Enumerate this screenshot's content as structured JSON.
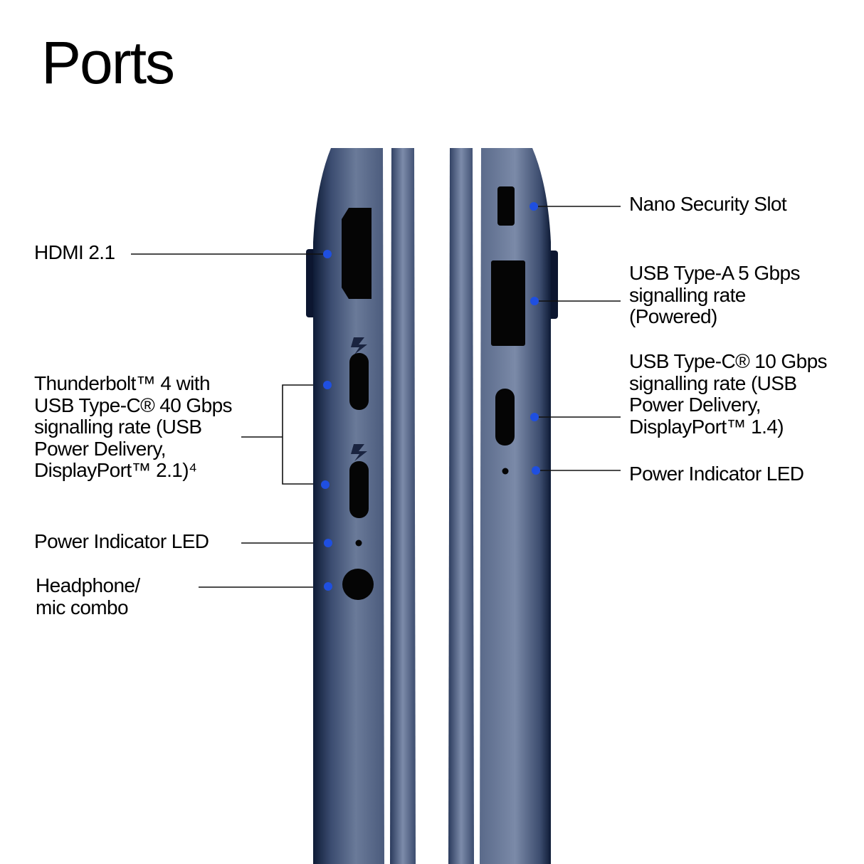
{
  "title": "Ports",
  "left_side": {
    "hdmi": "HDMI 2.1",
    "thunderbolt": {
      "line1": "Thunderbolt™ 4 with",
      "line2": "USB Type-C® 40 Gbps",
      "line3": "signalling rate (USB",
      "line4": "Power Delivery,",
      "line5": "DisplayPort™ 2.1)⁴"
    },
    "power_led": "Power Indicator LED",
    "headphone": {
      "line1": "Headphone/",
      "line2": "mic combo"
    }
  },
  "right_side": {
    "nano_slot": "Nano Security Slot",
    "usb_a": {
      "line1": "USB Type-A 5 Gbps",
      "line2": "signalling rate",
      "line3": "(Powered)"
    },
    "usb_c": {
      "line1": "USB Type-C® 10 Gbps",
      "line2": "signalling rate (USB",
      "line3": "Power Delivery,",
      "line4": "DisplayPort™ 1.4)"
    },
    "power_led": "Power Indicator LED"
  },
  "colors": {
    "chassis_dark": "#1c2a47",
    "chassis_mid": "#4a5a7a",
    "chassis_light": "#7f8eaa",
    "marker_dot": "#1f4fe0"
  }
}
